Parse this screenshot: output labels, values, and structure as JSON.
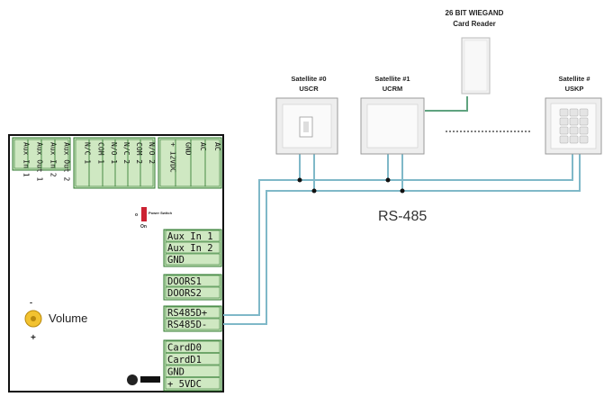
{
  "diagram": {
    "card_reader": {
      "line1": "26 BIT WIEGAND",
      "line2": "Card Reader"
    },
    "satellites": [
      {
        "name": "Satellite #0",
        "model": "USCR"
      },
      {
        "name": "Satellite #1",
        "model": "UCRM"
      },
      {
        "name": "Satellite #",
        "model": "USKP"
      }
    ],
    "bus_label": "RS-485",
    "volume_label": "Volume",
    "volume_minus": "-",
    "volume_plus": "+",
    "power_switch": {
      "label": "Power Switch",
      "off": "o",
      "on": "On"
    },
    "top_terminals": [
      "Aux In 1",
      "Aux Out 1",
      "Aux In 2",
      "Aux Out 2",
      "N/C 1",
      "COM 1",
      "N/O 1",
      "N/C 2",
      "COM 2",
      "N/O 2",
      "+ 12VDC",
      "GND",
      "AC",
      "AC"
    ],
    "terminal_groups": {
      "aux": [
        "Aux In 1",
        "Aux In 2",
        "GND"
      ],
      "door": [
        "DOORS1",
        "DOORS2"
      ],
      "rs485": [
        "RS485D+",
        "RS485D-"
      ],
      "card": [
        "CardD0",
        "CardD1",
        "GND",
        "+ 5VDC"
      ]
    },
    "colors": {
      "board_green": "#cfe8c2",
      "terminal_border": "#2f7a2f",
      "wire": "#7fb8c8",
      "wire_dark": "#3f7f8f",
      "device_gray": "#eeeeee"
    }
  }
}
